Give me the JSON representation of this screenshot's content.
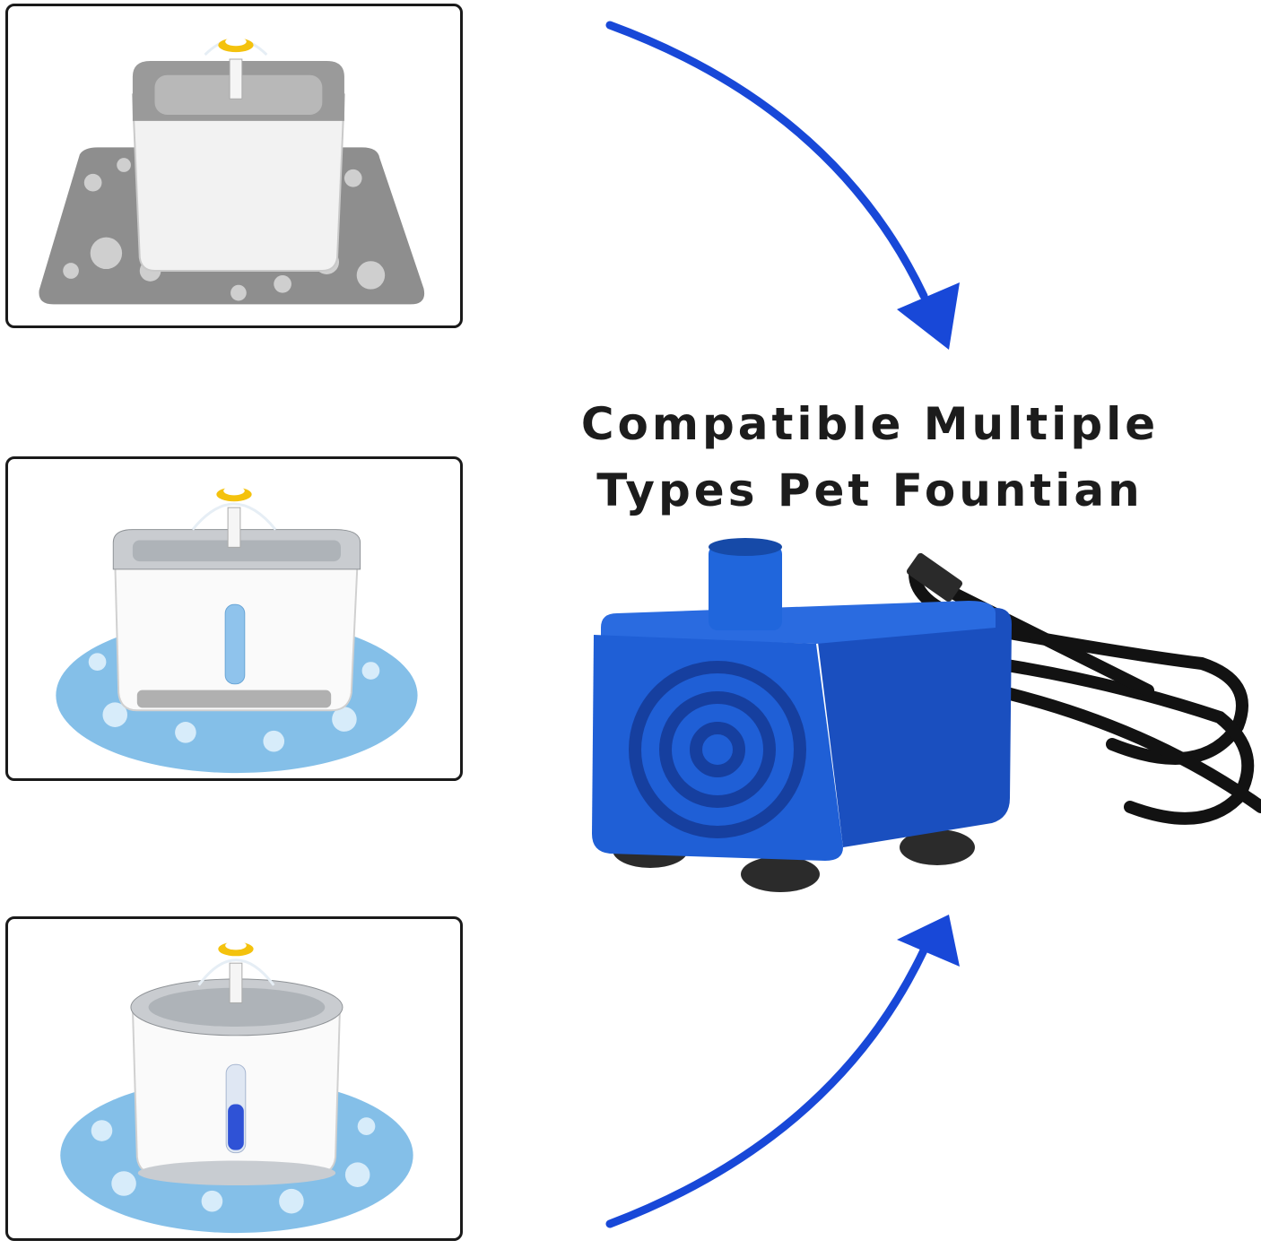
{
  "headline": {
    "line1": "Compatible Multiple",
    "line2": "Types Pet Fountian"
  },
  "colors": {
    "arrow": "#1848d8",
    "pump_body": "#1f5fd6",
    "mat_grey": "#8e8e8e",
    "mat_blue": "#84bfe8",
    "flower_yellow": "#f4c20d"
  },
  "panels": [
    {
      "subject": "square grey pet fountain on grey mat"
    },
    {
      "subject": "rectangular white fountain with steel top on blue mat"
    },
    {
      "subject": "round white fountain with steel top on blue mat"
    }
  ]
}
